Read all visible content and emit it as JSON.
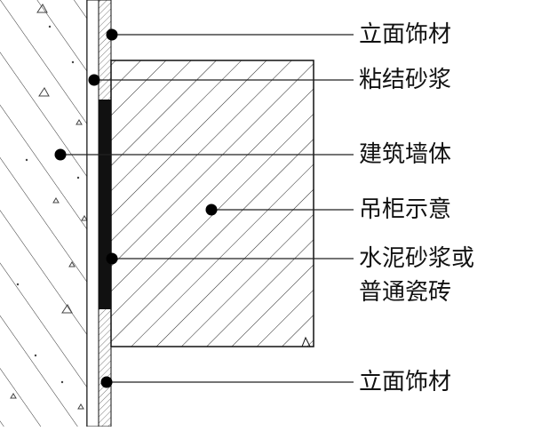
{
  "diagram": {
    "labels": {
      "facade_top": "立面饰材",
      "adhesive_mortar": "粘结砂浆",
      "building_wall": "建筑墙体",
      "cabinet": "吊柜示意",
      "cement_line1": "水泥砂浆或",
      "cement_line2": "普通瓷砖",
      "facade_bottom": "立面饰材"
    },
    "colors": {
      "ink": "#111111",
      "background": "#ffffff"
    }
  }
}
